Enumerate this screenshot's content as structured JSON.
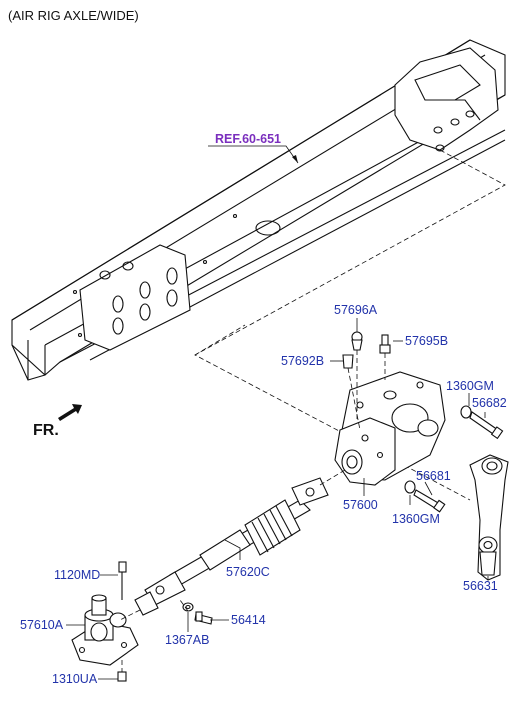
{
  "caption": "(AIR RIG AXLE/WIDE)",
  "ref": "REF.60-651",
  "direction": "FR.",
  "colors": {
    "label": "#2233aa",
    "ref": "#7b2fbe",
    "line": "#111111"
  },
  "parts": {
    "p57696A": "57696A",
    "p57695B": "57695B",
    "p57692B": "57692B",
    "p1360GM_top": "1360GM",
    "p56682": "56682",
    "p56681": "56681",
    "p57600": "57600",
    "p1360GM_bottom": "1360GM",
    "p57620C": "57620C",
    "p56631": "56631",
    "p1120MD": "1120MD",
    "p57610A": "57610A",
    "p56414": "56414",
    "p1367AB": "1367AB",
    "p1310UA": "1310UA"
  }
}
